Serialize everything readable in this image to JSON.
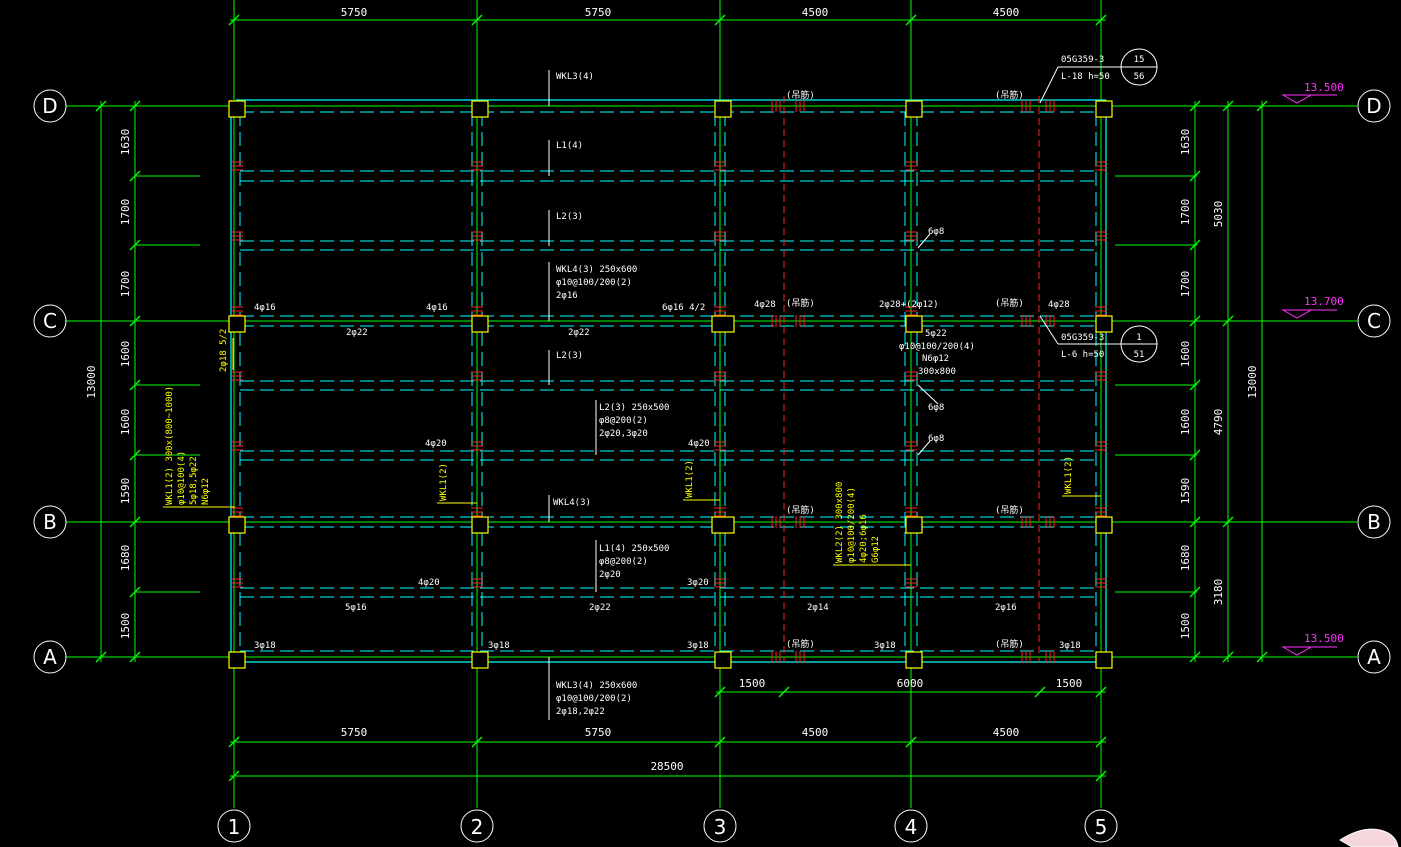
{
  "axes_x": [
    {
      "label": "1",
      "pos": 234
    },
    {
      "label": "2",
      "pos": 477
    },
    {
      "label": "3",
      "pos": 720
    },
    {
      "label": "4",
      "pos": 911
    },
    {
      "label": "5",
      "pos": 1101
    }
  ],
  "axes_y": [
    {
      "label": "D",
      "pos": 106
    },
    {
      "label": "C",
      "pos": 321
    },
    {
      "label": "B",
      "pos": 522
    },
    {
      "label": "A",
      "pos": 657
    }
  ],
  "dims_top": [
    "5750",
    "5750",
    "4500",
    "4500"
  ],
  "dims_bottom": [
    "5750",
    "5750",
    "4500",
    "4500"
  ],
  "dim_total_x": "28500",
  "dims_sub": [
    "1500",
    "6000",
    "1500"
  ],
  "dims_left": [
    "1630",
    "1700",
    "1700",
    "1600",
    "1600",
    "1590",
    "1680",
    "1500"
  ],
  "dim_total_left": "13000",
  "dims_right": [
    "1630",
    "1700",
    "1700",
    "1600",
    "1600",
    "1590",
    "1680",
    "1500"
  ],
  "dims_right_group": [
    "5030",
    "4790",
    "3180"
  ],
  "dim_total_right": "13000",
  "elevations": [
    "13.500",
    "13.700",
    "13.500"
  ],
  "callouts": [
    {
      "ref": "05G359-3",
      "note": "L-18  h=50",
      "num_top": "15",
      "num_bottom": "56"
    },
    {
      "ref": "05G359-3",
      "note": "L-6  h=50",
      "num_top": "1",
      "num_bottom": "51"
    }
  ],
  "notes_white": [
    "WKL3(4)",
    "L1(4)",
    "L2(3)",
    "WKL4(3) 250x600",
    "φ10@100/200(2)",
    "2φ16",
    "L2(3)",
    "L2(3) 250x500",
    "φ8@200(2)",
    "2φ20,3φ20",
    "WKL4(3)",
    "L1(4) 250x500",
    "φ8@200(2)",
    "2φ20",
    "WKL3(4) 250x600",
    "φ10@100/200(2)",
    "2φ18,2φ22",
    "4φ16",
    "4φ16",
    "6φ16 4/2",
    "4φ28",
    "2φ28+(2φ12)",
    "4φ28",
    "2φ22",
    "2φ22",
    "5φ22",
    "φ10@100/200(4)",
    "N6φ12",
    "300x800",
    "6φ8",
    "6φ8",
    "6φ8",
    "4φ20",
    "4φ20",
    "4φ20",
    "3φ20",
    "5φ16",
    "2φ22",
    "2φ14",
    "2φ16",
    "3φ18",
    "3φ18",
    "3φ18",
    "3φ18",
    "3φ18"
  ],
  "hanger_label": "(吊筋)",
  "notes_yellow": [
    "WKL1(2) 300x(800~1000)",
    "φ10@100(4)",
    "5φ18,5φ22",
    "N6φ12",
    "WKL1(2)",
    "WKL1(2)",
    "WKL1(2)",
    "WKL2(2) 300x800",
    "φ10@100/200(4)",
    "4φ20;6φ16",
    "G6φ12",
    "2φ18 5/2"
  ]
}
